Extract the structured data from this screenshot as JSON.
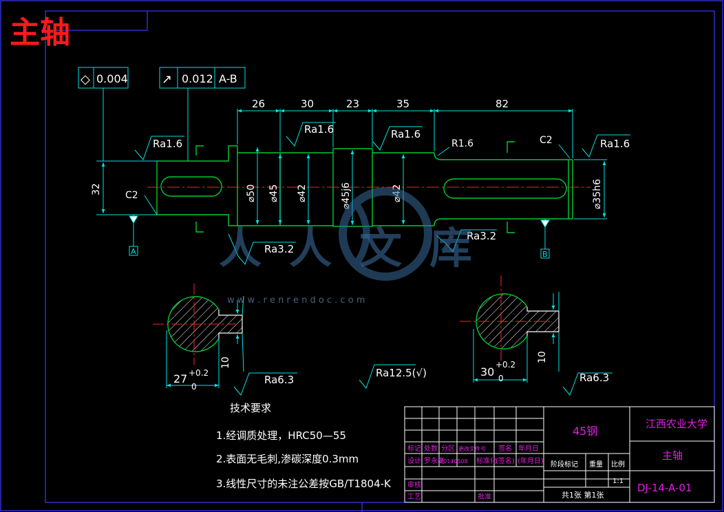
{
  "title": "主轴",
  "tolerance_frames": {
    "flatness": {
      "symbol": "◇",
      "value": "0.004"
    },
    "runout": {
      "symbol": "↗",
      "value": "0.012",
      "datum": "A-B"
    }
  },
  "segment_lengths": [
    "26",
    "30",
    "23",
    "35",
    "82"
  ],
  "diameters": [
    "⌀50",
    "⌀45",
    "⌀42",
    "⌀45j6",
    "⌀42",
    "⌀35h6"
  ],
  "height_32": "32",
  "chamfers": [
    "C2",
    "C2"
  ],
  "fillet": "R1.6",
  "roughness": {
    "ra16_a": "Ra1.6",
    "ra16_b": "Ra1.6",
    "ra16_c": "Ra1.6",
    "ra16_d": "Ra1.6",
    "ra32_a": "Ra3.2",
    "ra32_b": "Ra3.2",
    "ra63_a": "Ra6.3",
    "ra63_b": "Ra6.3",
    "general": "Ra12.5(√)"
  },
  "datums": [
    "A",
    "B"
  ],
  "sections": {
    "left": {
      "width": "10",
      "depth": "27",
      "tol_up": "+0.2",
      "tol_low": "0"
    },
    "right": {
      "width": "10",
      "depth": "30",
      "tol_up": "+0.2",
      "tol_low": "0"
    }
  },
  "watermark": {
    "text": "人人文库",
    "url": "w w w . r e n r e n d o c . c o m"
  },
  "tech_req": {
    "heading": "技术要求",
    "items": [
      "1.经调质处理，HRC50—55",
      "2.表面无毛刺,渗碳深度0.3mm",
      "3.线性尺寸的未注公差按GB/T1804-K"
    ]
  },
  "title_block": {
    "material": "45钢",
    "school": "江西农业大学",
    "part_name": "主轴",
    "drawing_no": "DJ-14-A-01",
    "scale": "1:1",
    "sheets": "共1张 第1张",
    "headers": [
      "标记",
      "处数",
      "分区",
      "更改文件号",
      "签名",
      "年月日"
    ],
    "row_design": [
      "设计",
      "罗永亮",
      "20140508",
      "标准化",
      "(签名)",
      "(年月日)"
    ],
    "stage_labels": [
      "阶段标记",
      "重量",
      "比例"
    ],
    "review": "审核",
    "process": "工艺",
    "approve": "批准"
  }
}
